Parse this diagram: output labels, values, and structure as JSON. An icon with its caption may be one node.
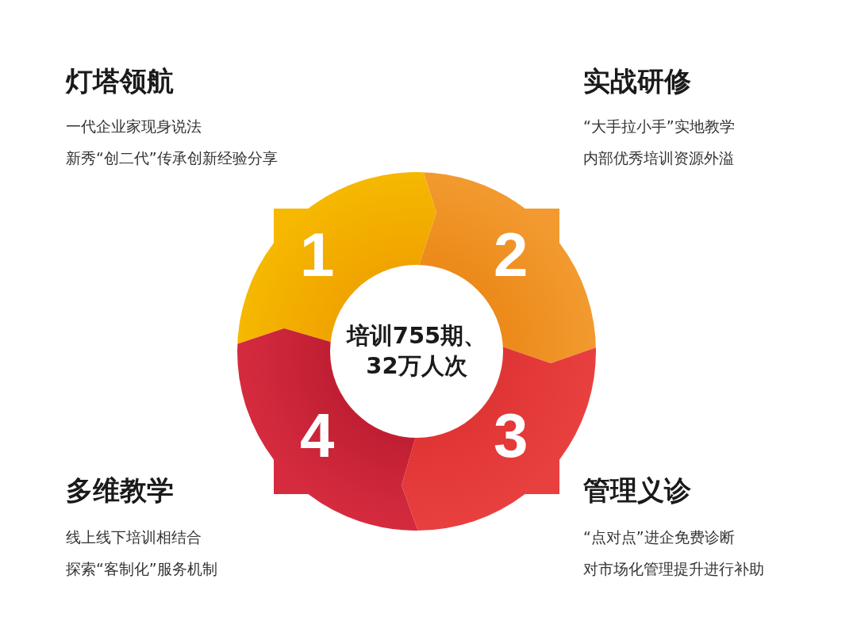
{
  "diagram": {
    "nodes": [
      {
        "text": [
          "1"
        ]
      },
      {
        "text": [
          "2"
        ]
      },
      {
        "text": [
          "3"
        ]
      },
      {
        "text": [
          "4"
        ]
      },
      {
        "text": [
          "培训755期、32万人次"
        ]
      }
    ],
    "labels": [
      "灯塔领航",
      "一代企业家现身说法",
      "新秀“创二代”传承创新经验分享",
      "实战研修",
      "“大手拉小手”实地教学",
      "内部优秀培训资源外溢",
      "多维教学",
      "线上线下培训相结合",
      "探索“客制化”服务机制",
      "管理义诊",
      "“点对点”进企免费诊断",
      "对市场化管理提升进行补助"
    ]
  }
}
